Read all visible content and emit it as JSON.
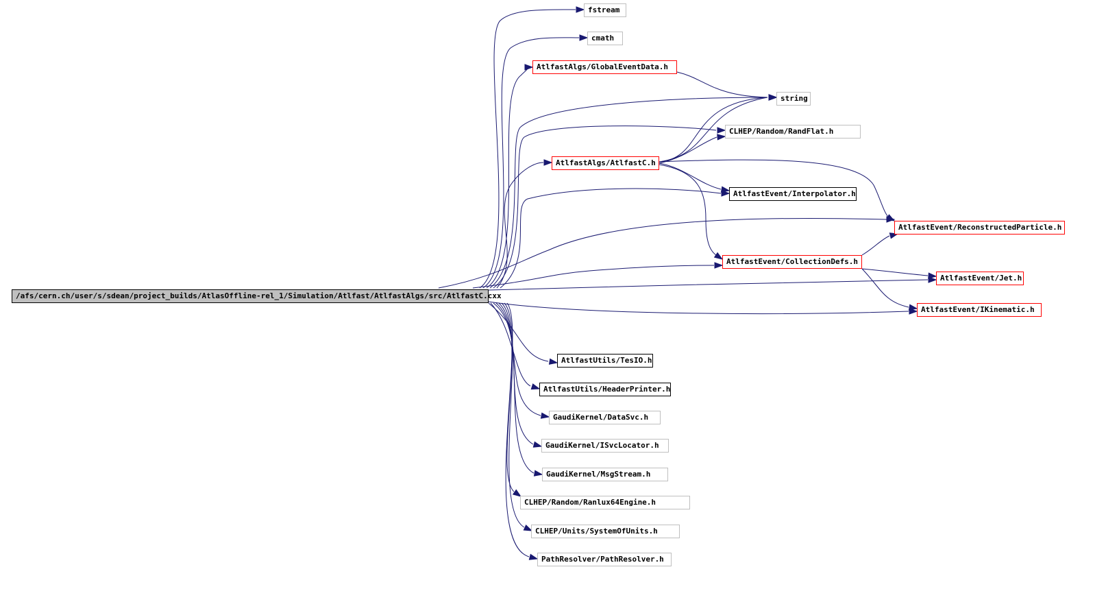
{
  "graph": {
    "root": "/afs/cern.ch/user/s/sdean/project_builds/AtlasOffline-rel_1/Simulation/Atlfast/AtlfastAlgs/src/AtlfastC.cxx",
    "nodes": {
      "fstream": "fstream",
      "cmath": "cmath",
      "globaleventdata": "AtlfastAlgs/GlobalEventData.h",
      "string": "string",
      "randflat": "CLHEP/Random/RandFlat.h",
      "atlfastc_h": "AtlfastAlgs/AtlfastC.h",
      "interpolator": "AtlfastEvent/Interpolator.h",
      "reconstructedparticle": "AtlfastEvent/ReconstructedParticle.h",
      "collectiondefs": "AtlfastEvent/CollectionDefs.h",
      "jet": "AtlfastEvent/Jet.h",
      "ikinematic": "AtlfastEvent/IKinematic.h",
      "tesio": "AtlfastUtils/TesIO.h",
      "headerprinter": "AtlfastUtils/HeaderPrinter.h",
      "datasvc": "GaudiKernel/DataSvc.h",
      "isvclocator": "GaudiKernel/ISvcLocator.h",
      "msgstream": "GaudiKernel/MsgStream.h",
      "ranlux": "CLHEP/Random/Ranlux64Engine.h",
      "systemofunits": "CLHEP/Units/SystemOfUnits.h",
      "pathresolver": "PathResolver/PathResolver.h"
    },
    "colors": {
      "edge": "#191970",
      "documented_border": "#ff0000",
      "undocumented_border": "#bfbfbf",
      "root_fill": "#bfbfbf"
    }
  }
}
